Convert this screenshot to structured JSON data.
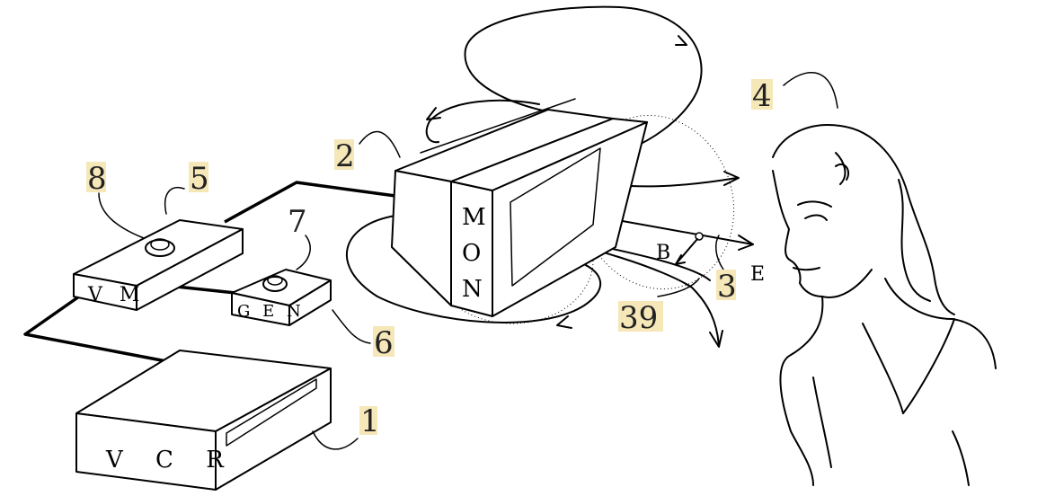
{
  "devices": {
    "vcr": "V C R",
    "vm": "V M",
    "gen": "G E N",
    "mon_letters": [
      "M",
      "O",
      "N"
    ]
  },
  "refs": {
    "r1": "1",
    "r2": "2",
    "r3": "3",
    "r4": "4",
    "r5": "5",
    "r6": "6",
    "r7": "7",
    "r8": "8",
    "r39": "39"
  },
  "field_labels": {
    "b": "B",
    "e": "E"
  },
  "colors": {
    "ref_highlight": "#f6e7b8",
    "ink": "#000000"
  }
}
